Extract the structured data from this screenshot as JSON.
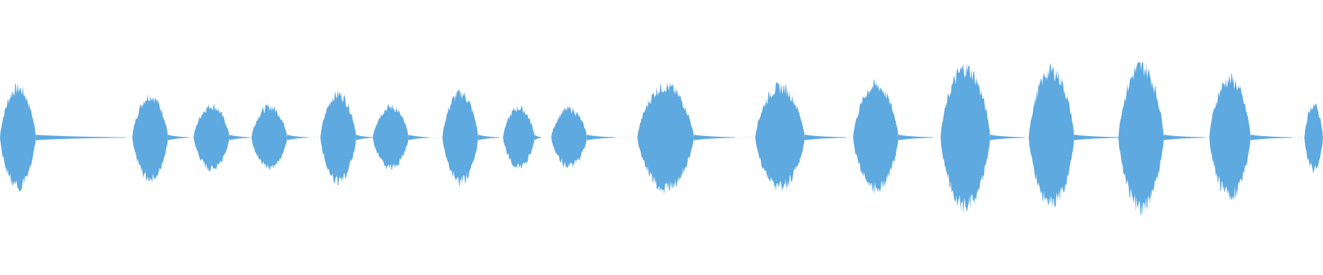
{
  "waveform": {
    "color": "#5DA9E0",
    "background": "#ffffff",
    "segments": [
      {
        "name": "segment-1",
        "peak": 0.5
      },
      {
        "name": "segment-2",
        "peak": 0.42
      },
      {
        "name": "segment-3",
        "peak": 0.32
      },
      {
        "name": "segment-4",
        "peak": 0.31
      },
      {
        "name": "segment-5",
        "peak": 0.44
      },
      {
        "name": "segment-6",
        "peak": 0.31
      },
      {
        "name": "segment-7",
        "peak": 0.45
      },
      {
        "name": "segment-8",
        "peak": 0.3
      },
      {
        "name": "segment-9",
        "peak": 0.29
      },
      {
        "name": "segment-10",
        "peak": 0.52
      },
      {
        "name": "segment-11",
        "peak": 0.51
      },
      {
        "name": "segment-12",
        "peak": 0.53
      },
      {
        "name": "segment-13",
        "peak": 0.7
      },
      {
        "name": "segment-14",
        "peak": 0.68
      },
      {
        "name": "segment-15",
        "peak": 0.72
      },
      {
        "name": "segment-16",
        "peak": 0.59
      },
      {
        "name": "segment-17",
        "peak": 0.33
      }
    ]
  }
}
